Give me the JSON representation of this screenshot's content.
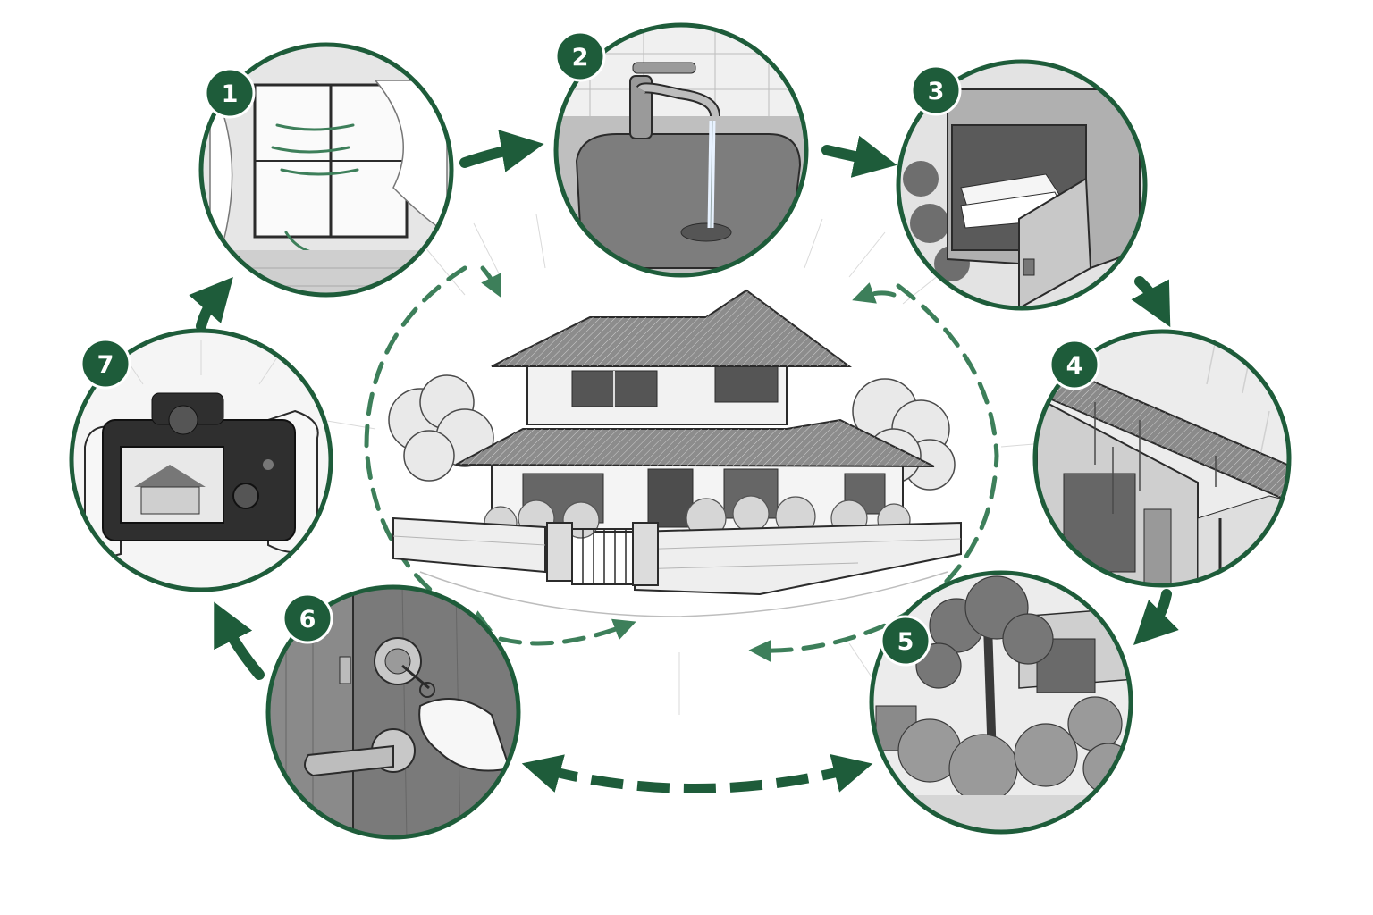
{
  "steps": [
    {
      "label": "1",
      "icon": "window-ventilation-icon"
    },
    {
      "label": "2",
      "icon": "faucet-sink-icon"
    },
    {
      "label": "3",
      "icon": "mailbox-icon"
    },
    {
      "label": "4",
      "icon": "rain-gutter-icon"
    },
    {
      "label": "5",
      "icon": "garden-shrubs-icon"
    },
    {
      "label": "6",
      "icon": "door-lock-key-icon"
    },
    {
      "label": "7",
      "icon": "camera-photo-icon"
    }
  ],
  "center": {
    "icon": "japanese-house-icon"
  },
  "colors": {
    "accent": "#1e5c3a",
    "accent_dashed": "#3d7f5a",
    "ink": "#2b2b2b",
    "paper": "#ffffff"
  }
}
